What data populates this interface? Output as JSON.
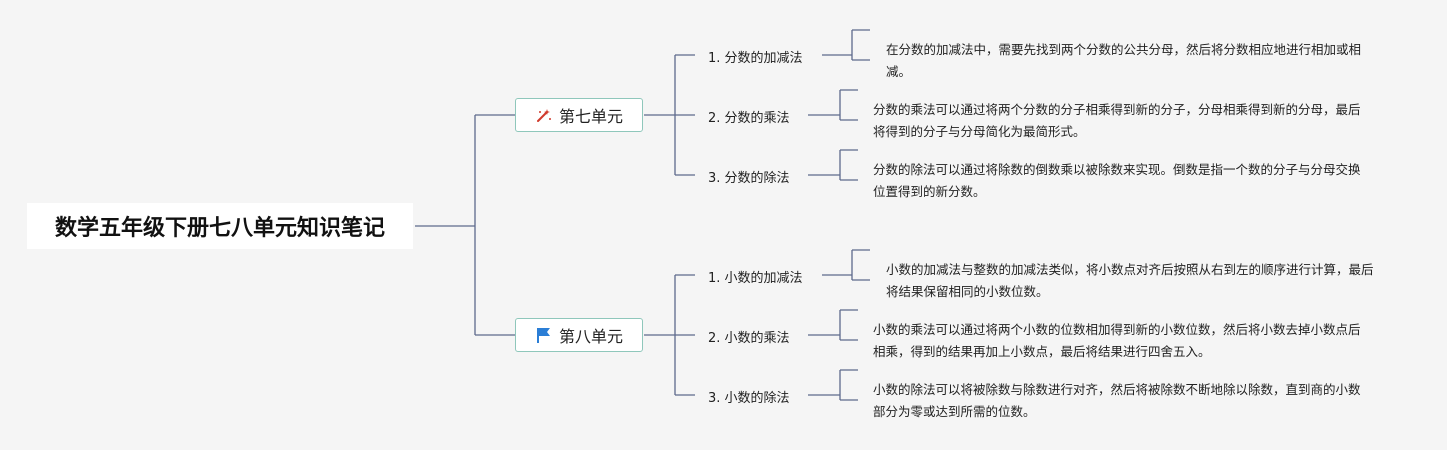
{
  "root": {
    "title": "数学五年级下册七八单元知识笔记"
  },
  "branches": [
    {
      "label": "第七单元",
      "icon": "wand-icon",
      "topics": [
        {
          "label": "1. 分数的加减法",
          "note": "在分数的加减法中，需要先找到两个分数的公共分母，然后将分数相应地进行相加或相减。"
        },
        {
          "label": "2. 分数的乘法",
          "note": "分数的乘法可以通过将两个分数的分子相乘得到新的分子，分母相乘得到新的分母，最后将得到的分子与分母简化为最简形式。"
        },
        {
          "label": "3. 分数的除法",
          "note": "分数的除法可以通过将除数的倒数乘以被除数来实现。倒数是指一个数的分子与分母交换位置得到的新分数。"
        }
      ]
    },
    {
      "label": "第八单元",
      "icon": "flag-icon",
      "topics": [
        {
          "label": "1. 小数的加减法",
          "note": "小数的加减法与整数的加减法类似，将小数点对齐后按照从右到左的顺序进行计算，最后将结果保留相同的小数位数。"
        },
        {
          "label": "2. 小数的乘法",
          "note": "小数的乘法可以通过将两个小数的位数相加得到新的小数位数，然后将小数去掉小数点后相乘，得到的结果再加上小数点，最后将结果进行四舍五入。"
        },
        {
          "label": "3. 小数的除法",
          "note": "小数的除法可以将被除数与除数进行对齐，然后将被除数不断地除以除数，直到商的小数部分为零或达到所需的位数。"
        }
      ]
    }
  ]
}
